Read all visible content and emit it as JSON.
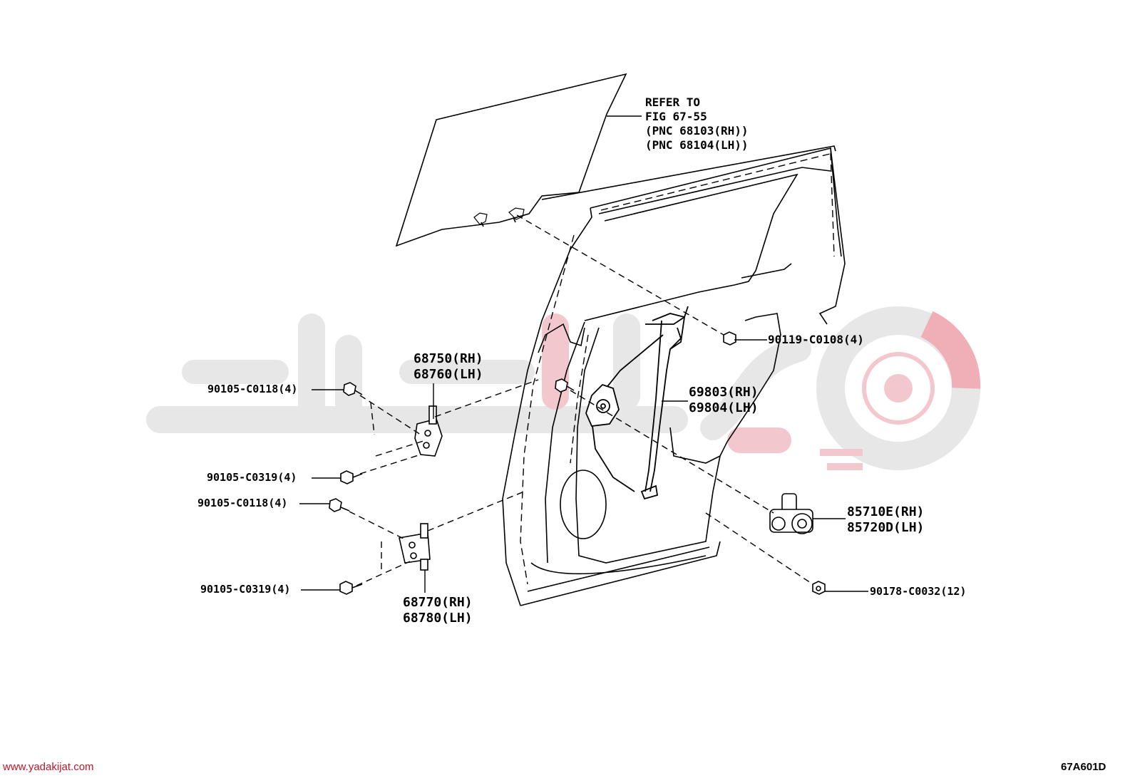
{
  "brand": {
    "accent": "#e05565",
    "watermark_gray": "#e6e6e6"
  },
  "refer": {
    "lines": [
      "REFER TO",
      "FIG 67-55",
      "(PNC 68103(RH))",
      "(PNC 68104(LH))"
    ]
  },
  "parts": {
    "bolt_c0108": "90119-C0108(4)",
    "hinge_upper_rh": "68750(RH)",
    "hinge_upper_lh": "68760(LH)",
    "bolt_c0118_upper": "90105-C0118(4)",
    "bolt_c0319_upper": "90105-C0319(4)",
    "bolt_c0118_lower": "90105-C0118(4)",
    "bolt_c0319_lower": "90105-C0319(4)",
    "hinge_lower_rh": "68770(RH)",
    "hinge_lower_lh": "68780(LH)",
    "regulator_rh": "69803(RH)",
    "regulator_lh": "69804(LH)",
    "motor_rh": "85710E(RH)",
    "motor_lh": "85720D(LH)",
    "nut_c0032": "90178-C0032(12)"
  },
  "footer": {
    "site": "www.yadakijat.com",
    "figure_code": "67A601D"
  }
}
